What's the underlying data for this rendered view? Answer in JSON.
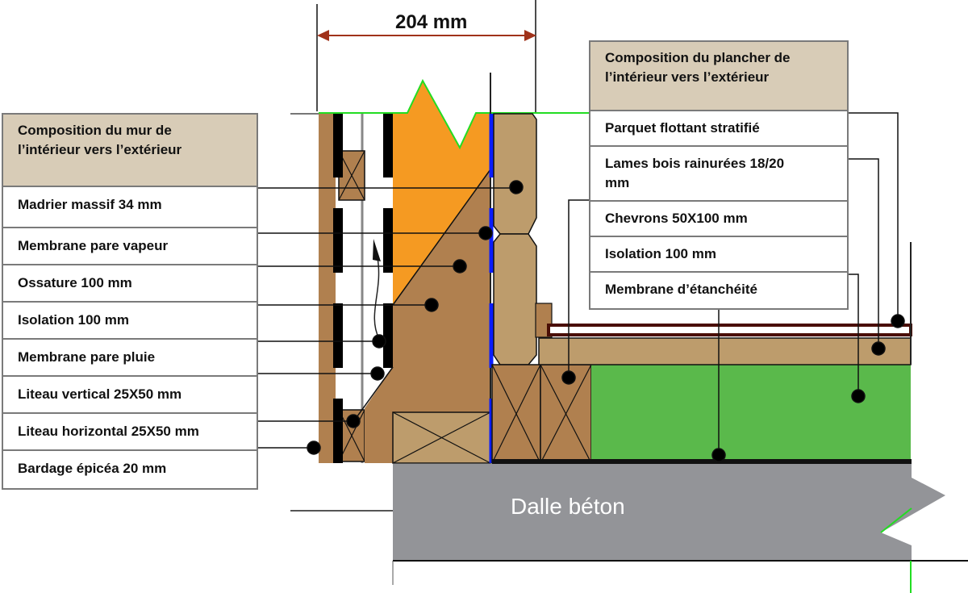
{
  "dimension": {
    "label": "204 mm",
    "arrow_color": "#a0321a"
  },
  "wall_legend": {
    "title_line1": "Composition du mur de",
    "title_line2": "l’intérieur vers l’extérieur",
    "items": [
      {
        "label": "Madrier massif 34 mm"
      },
      {
        "label": "Membrane pare vapeur"
      },
      {
        "label": "Ossature 100 mm"
      },
      {
        "label": "Isolation 100 mm"
      },
      {
        "label": "Membrane pare pluie"
      },
      {
        "label": "Liteau vertical 25X50 mm"
      },
      {
        "label": "Liteau horizontal 25X50 mm"
      },
      {
        "label": "Bardage épicéa 20 mm"
      }
    ]
  },
  "floor_legend": {
    "title_line1": "Composition du plancher de",
    "title_line2": "l’intérieur vers l’extérieur",
    "items": [
      {
        "label": "Parquet flottant stratifié"
      },
      {
        "label": "Lames bois rainurées 18/20 mm"
      },
      {
        "label": "Chevrons 50X100 mm"
      },
      {
        "label": "Isolation 100 mm"
      },
      {
        "label": "Membrane d’étanchéité"
      }
    ]
  },
  "slab": {
    "label": "Dalle béton"
  },
  "colors": {
    "header_bg": "#d8ccb7",
    "wood_dark": "#b0804f",
    "wood_light": "#bd9c6c",
    "insulation_orange": "#f59a22",
    "insulation_green": "#5ab94b",
    "membrane_blue": "#0a1cff",
    "concrete": "#939498",
    "parquet": "#4a0e06"
  }
}
